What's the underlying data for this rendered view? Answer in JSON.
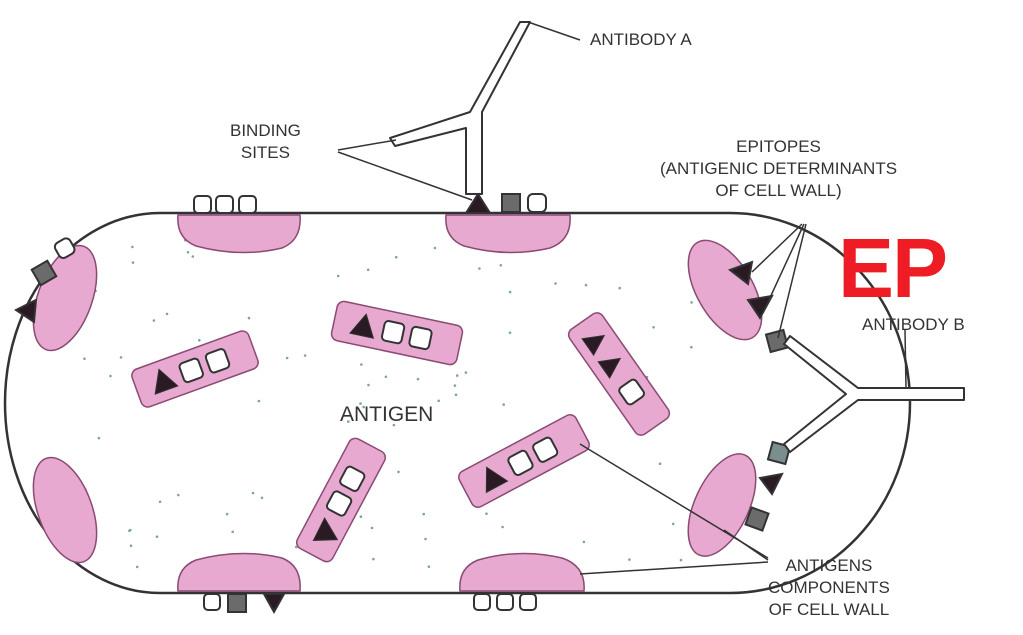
{
  "labels": {
    "antibody_a": "ANTIBODY A",
    "binding_sites": [
      "BINDING",
      "SITES"
    ],
    "epitopes": [
      "EPITOPES",
      "(ANTIGENIC DETERMINANTS",
      "OF CELL WALL)"
    ],
    "antibody_b": "ANTIBODY B",
    "antigen": "ANTIGEN",
    "antigens_components": [
      "ANTIGENS",
      "COMPONENTS",
      "OF CELL WALL"
    ]
  },
  "watermark": "EP",
  "colors": {
    "outline": "#333333",
    "pink_fill": "#e7a9d0",
    "pink_stroke": "#8a4a72",
    "marker_dark": "#2a1a24",
    "marker_grey": "#6b6b6b",
    "dots": "#7fa4a4",
    "watermark": "#ee1c25"
  },
  "icons": {
    "square": "open-square-icon",
    "triangle": "filled-triangle-icon",
    "grey_square": "grey-square-icon"
  }
}
